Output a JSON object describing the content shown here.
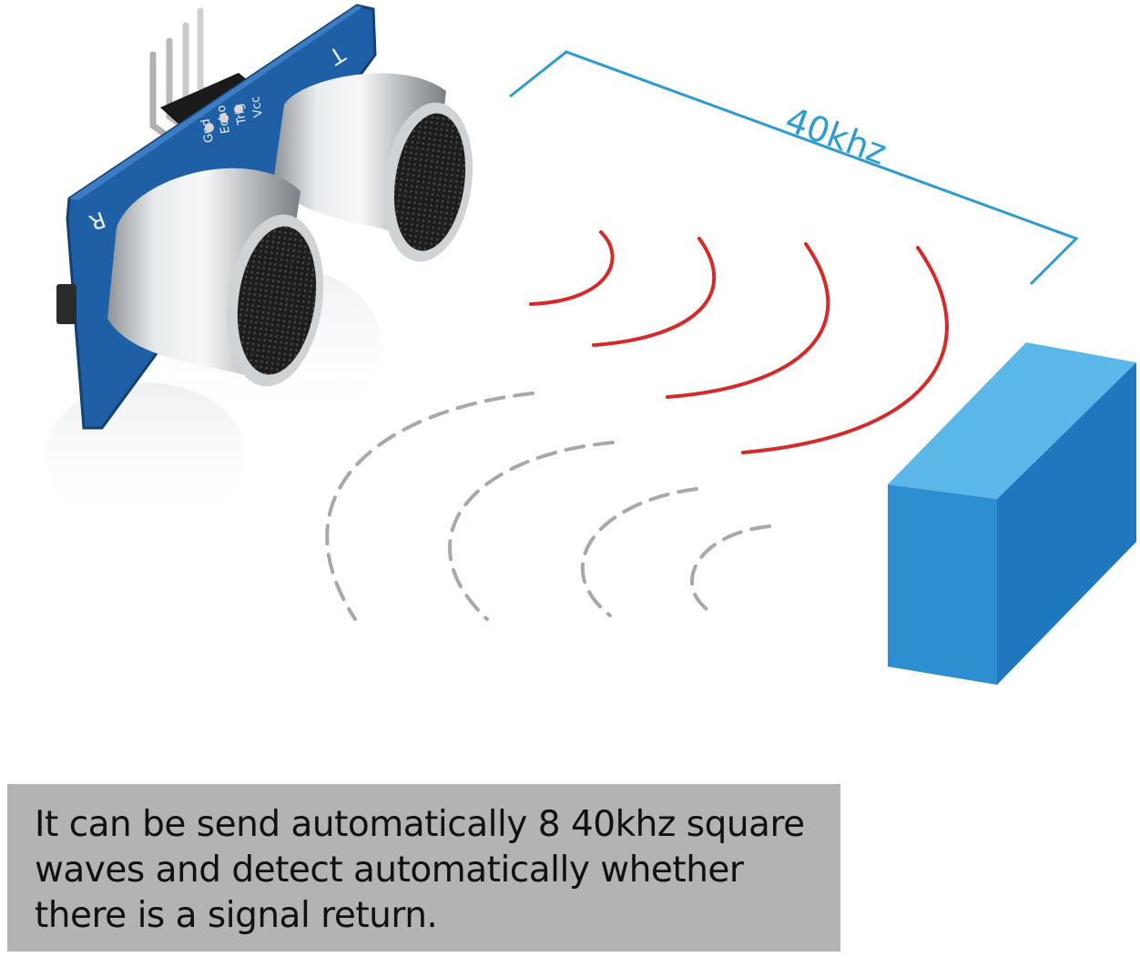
{
  "frequency_label": "40khz",
  "module": {
    "transmitter_letter": "T",
    "receiver_letter": "R",
    "pin_labels": [
      "Vcc",
      "Trig",
      "Echo",
      "Gnd"
    ]
  },
  "caption": {
    "text": "It can be send automatically 8 40khz square\nwaves and  detect automatically whether\nthere is a signal return."
  },
  "colors": {
    "board": "#1f5fa6",
    "measure_line": "#2f9bd0",
    "emitted_wave": "#d42a2a",
    "echo_wave": "#a8a8a8",
    "obstacle_front": "#2e8fd0",
    "obstacle_top": "#5ab7e8",
    "caption_background": "#b3b3b3"
  }
}
